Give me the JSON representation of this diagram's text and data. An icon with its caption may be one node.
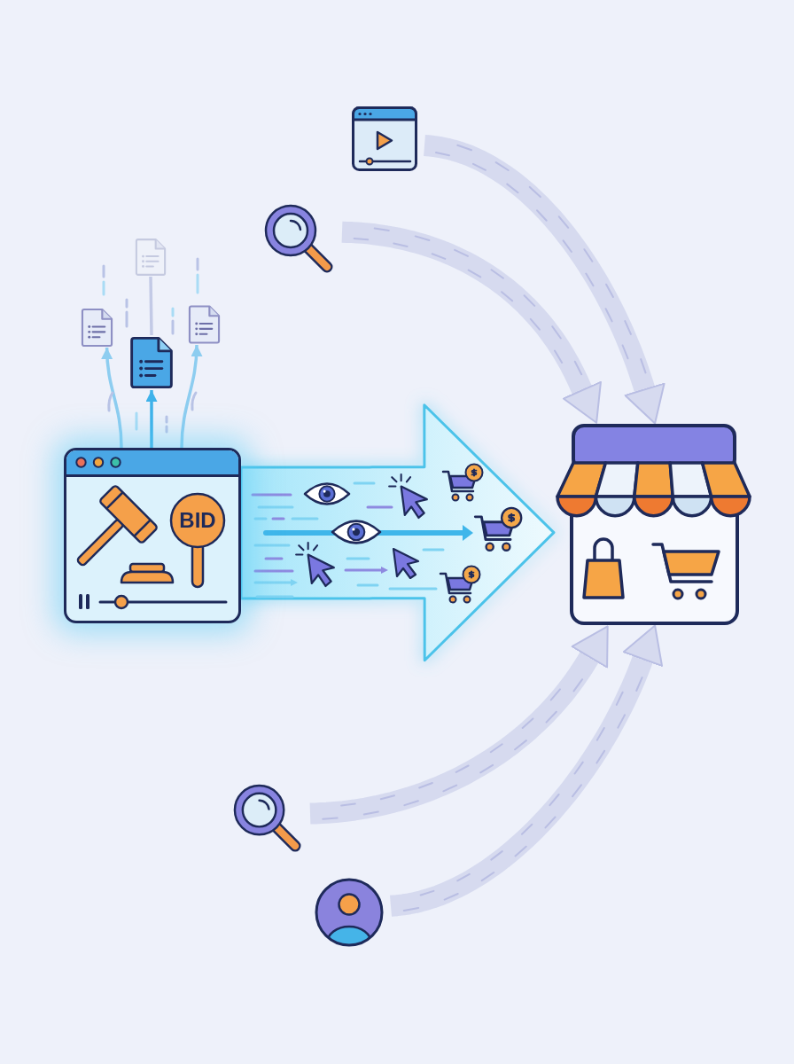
{
  "diagram": {
    "nodes": [
      {
        "text": [],
        "shape": "picture"
      },
      {
        "text": [],
        "shape": "picture"
      },
      {
        "text": [],
        "shape": "picture"
      },
      {
        "text": [],
        "shape": "picture"
      },
      {
        "text": [],
        "shape": "picture"
      },
      {
        "text": [],
        "shape": "picture"
      },
      {
        "text": [
          "BID"
        ]
      },
      {
        "text": [],
        "shape": "picture"
      },
      {
        "text": [],
        "shape": "picture"
      },
      {
        "text": [],
        "shape": "person"
      }
    ],
    "edges": [
      {
        "from": 6,
        "to": 3,
        "arrow": "to",
        "color": "#8dcdf0"
      },
      {
        "from": 6,
        "to": 4,
        "arrow": "to",
        "color": "#3fb2ea"
      },
      {
        "from": 6,
        "to": 5,
        "arrow": "to",
        "color": "#8dcdf0"
      },
      {
        "from": 4,
        "to": 2,
        "arrow": "none",
        "color": "#c3cae6"
      },
      {
        "from": 6,
        "to": 7,
        "arrow": "to",
        "style": "thick",
        "color": "#4cc3ea"
      },
      {
        "from": 0,
        "to": 7,
        "arrow": "to",
        "style": "thick",
        "color": "#b9bee3"
      },
      {
        "from": 1,
        "to": 7,
        "arrow": "to",
        "style": "thick",
        "color": "#b9bee3"
      },
      {
        "from": 8,
        "to": 7,
        "arrow": "to",
        "style": "thick",
        "color": "#b9bee3"
      },
      {
        "from": 9,
        "to": 7,
        "arrow": "to",
        "style": "thick",
        "color": "#b9bee3"
      }
    ]
  }
}
